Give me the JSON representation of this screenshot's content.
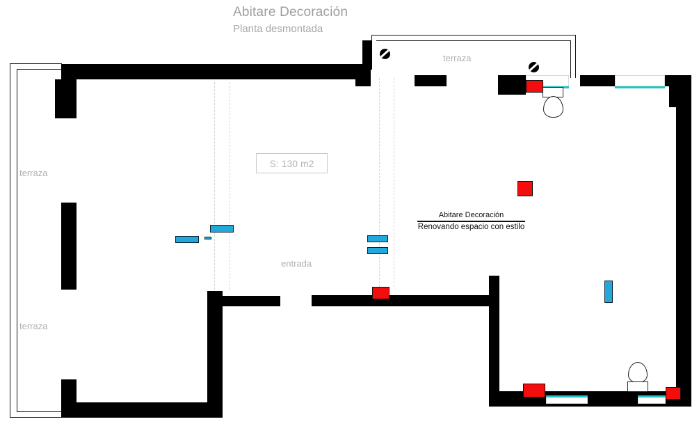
{
  "header": {
    "title": "Abitare Decoración",
    "subtitle": "Planta desmontada"
  },
  "plan": {
    "area_label": "S: 130 m2",
    "labels": {
      "terraza_left_upper": "terraza",
      "terraza_left_lower": "terraza",
      "terraza_top": "terraza",
      "entrada": "entrada"
    },
    "stamp": {
      "name": "Abitare Decoración",
      "tagline": "Renovando espacio con estilo"
    },
    "colors": {
      "wall": "#000000",
      "radiator": "#f40d0d",
      "furniture": "#23a8dc",
      "glazing": "#25c4c4",
      "guide": "#d4d4d4",
      "text": "#b0b0b0"
    }
  }
}
